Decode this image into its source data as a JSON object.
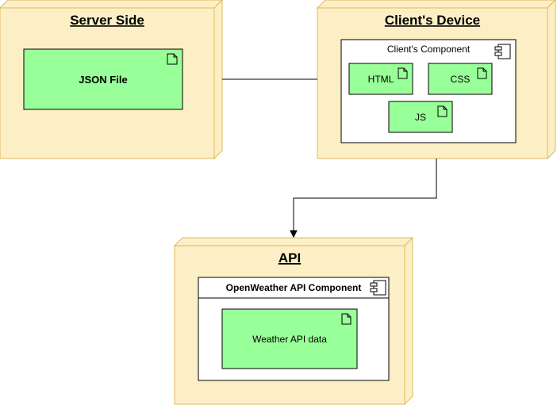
{
  "colors": {
    "node_fill": "#fdefc5",
    "node_stroke": "#e0b85a",
    "artifact_fill": "#99ff99",
    "line": "#000000",
    "component_fill": "#ffffff"
  },
  "nodes": {
    "server": {
      "title": "Server Side",
      "artifact": "JSON File"
    },
    "client": {
      "title": "Client's Device",
      "component": "Client's Component",
      "artifacts": {
        "html": "HTML",
        "css": "CSS",
        "js": "JS"
      }
    },
    "api": {
      "title": "API",
      "component": "OpenWeather API Component",
      "artifact": "Weather API data"
    }
  },
  "icons": {
    "artifact": "document-icon",
    "component": "component-icon",
    "arrow": "arrowhead"
  }
}
